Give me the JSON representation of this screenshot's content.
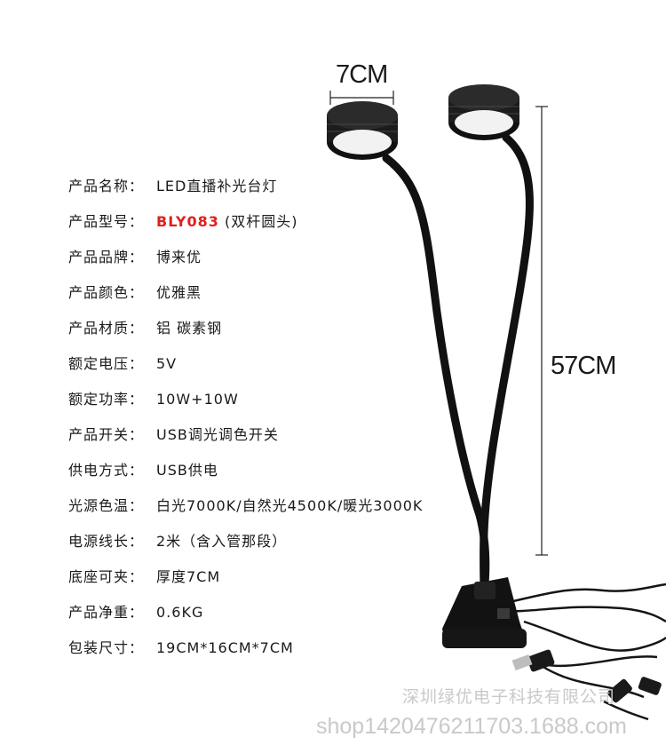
{
  "specs": [
    {
      "label": "产品名称：",
      "value": "LED直播补光台灯"
    },
    {
      "label": "产品型号：",
      "model": "BLY083",
      "value": " (双杆圆头)"
    },
    {
      "label": "产品品牌：",
      "value": "博来优"
    },
    {
      "label": "产品颜色：",
      "value": "优雅黑"
    },
    {
      "label": "产品材质：",
      "value": "铝 碳素钢"
    },
    {
      "label": "额定电压：",
      "value": "5V"
    },
    {
      "label": "额定功率：",
      "value": "10W+10W"
    },
    {
      "label": "产品开关：",
      "value": "USB调光调色开关"
    },
    {
      "label": "供电方式：",
      "value": "USB供电"
    },
    {
      "label": "光源色温：",
      "value": "白光7000K/自然光4500K/暖光3000K"
    },
    {
      "label": "电源线长：",
      "value": "2米（含入管那段）"
    },
    {
      "label": "底座可夹：",
      "value": "厚度7CM"
    },
    {
      "label": "产品净重：",
      "value": "0.6KG"
    },
    {
      "label": "包装尺寸：",
      "value": "19CM*16CM*7CM"
    }
  ],
  "dimensions": {
    "width": "7CM",
    "height": "57CM"
  },
  "watermark": {
    "shop": "深圳绿优电子科技有限公司",
    "url": "shop1420476211703.1688.com"
  },
  "colors": {
    "model": "#e0201c",
    "text": "#1a1a1a",
    "watermark": "#c9c9c9"
  }
}
